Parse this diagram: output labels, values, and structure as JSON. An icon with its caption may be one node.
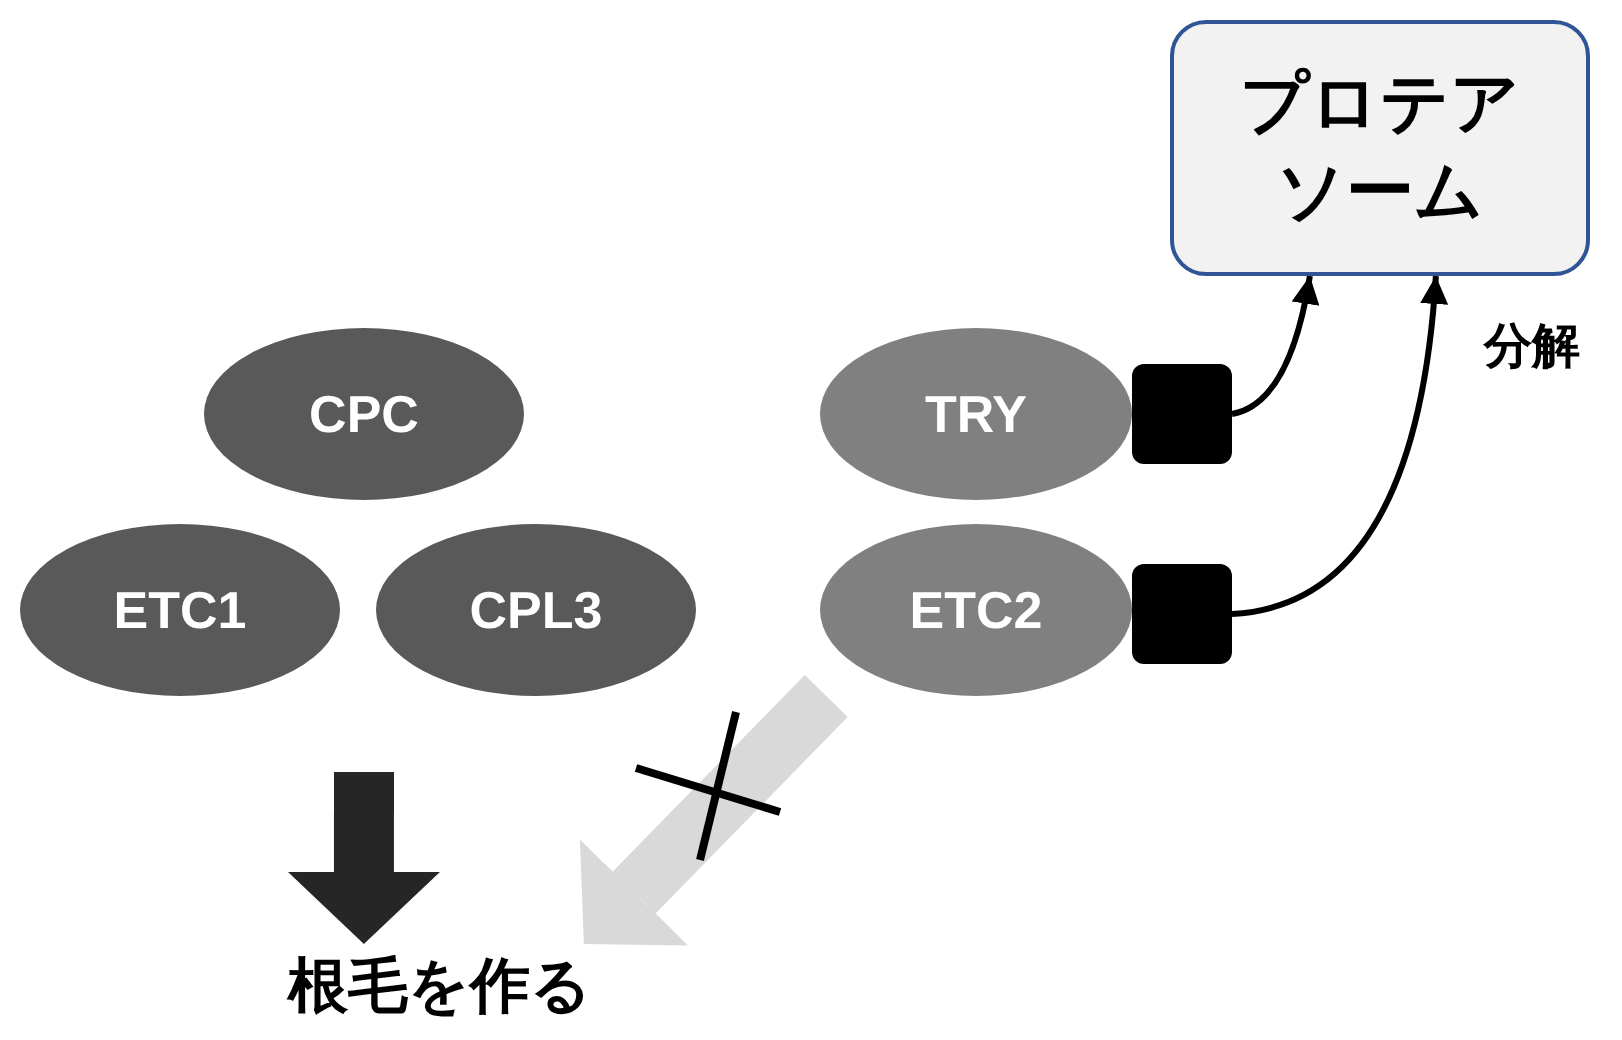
{
  "diagram": {
    "nodes": [
      {
        "text": [
          "プロテアソーム"
        ]
      },
      {
        "text": [
          "CPC"
        ]
      },
      {
        "text": [
          "ETC1"
        ]
      },
      {
        "text": [
          "CPL3"
        ]
      },
      {
        "text": [
          "TRY"
        ]
      },
      {
        "text": [],
        "shape": "box"
      },
      {
        "text": [
          "ETC2"
        ]
      },
      {
        "text": [],
        "shape": "box"
      },
      {
        "text": [
          "根毛を作る"
        ]
      }
    ],
    "edges": [
      {
        "from": 5,
        "to": 0,
        "arrow": "to"
      },
      {
        "from": 7,
        "to": 0,
        "arrow": "to"
      },
      {
        "from": null,
        "to": 8,
        "arrow": "to",
        "style": "thick",
        "color": "#262626"
      },
      {
        "from": 6,
        "to": 8,
        "arrow": "to",
        "style": "thick",
        "color": "#d9d9d9"
      }
    ],
    "labels": [
      "分解"
    ]
  }
}
